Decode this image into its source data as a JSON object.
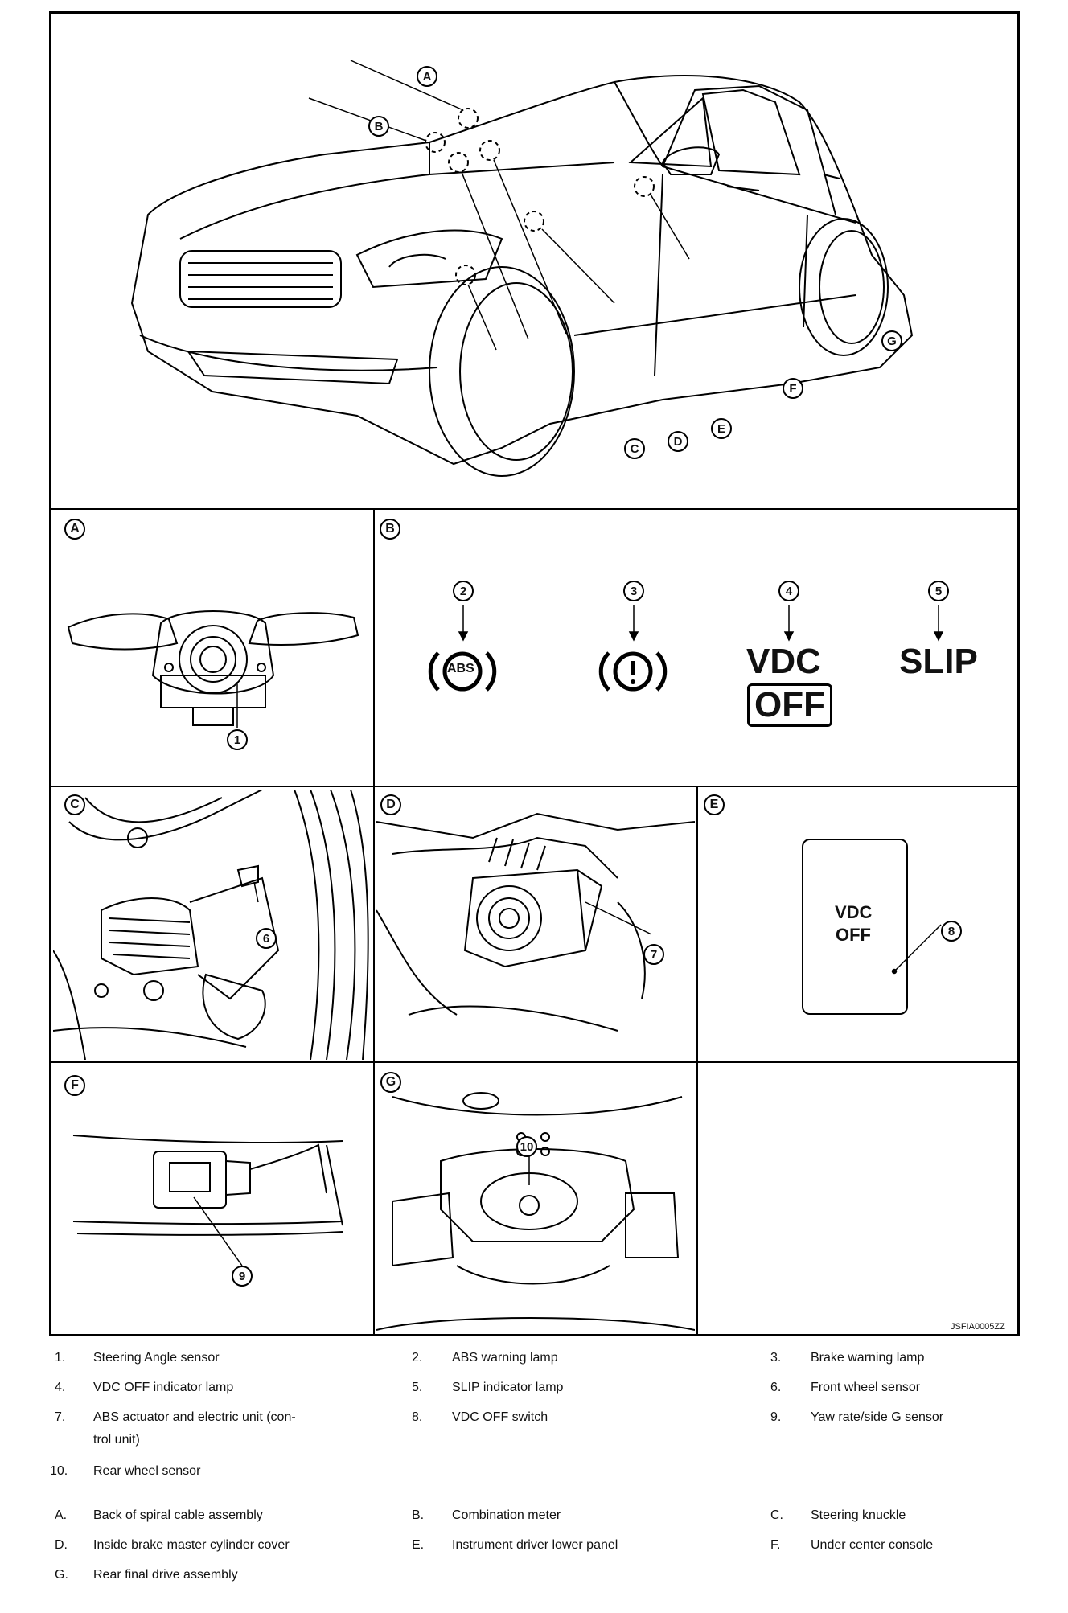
{
  "diagram": {
    "main_callouts": [
      "A",
      "B",
      "C",
      "D",
      "E",
      "F",
      "G"
    ],
    "panel_letters": [
      "A",
      "B",
      "C",
      "D",
      "E",
      "F",
      "G"
    ],
    "part_callouts": [
      "1",
      "2",
      "3",
      "4",
      "5",
      "6",
      "7",
      "8",
      "9",
      "10"
    ],
    "lamps": {
      "abs_text": "ABS",
      "vdc_text": "VDC",
      "off_text": "OFF",
      "slip_text": "SLIP"
    },
    "switch_label_line1": "VDC",
    "switch_label_line2": "OFF",
    "figure_code": "JSFIA0005ZZ"
  },
  "legend_parts": [
    {
      "num": "1.",
      "text": "Steering Angle sensor"
    },
    {
      "num": "2.",
      "text": "ABS warning lamp"
    },
    {
      "num": "3.",
      "text": "Brake warning lamp"
    },
    {
      "num": "4.",
      "text": "VDC OFF indicator lamp"
    },
    {
      "num": "5.",
      "text": "SLIP indicator lamp"
    },
    {
      "num": "6.",
      "text": "Front wheel sensor"
    },
    {
      "num": "7.",
      "text": "ABS actuator and electric unit (con-"
    },
    {
      "num": "8.",
      "text": "VDC OFF switch"
    },
    {
      "num": "9.",
      "text": "Yaw rate/side G sensor"
    },
    {
      "num": "10.",
      "text": "Rear wheel sensor"
    }
  ],
  "legend_part7_cont": "trol unit)",
  "legend_locations": [
    {
      "num": "A.",
      "text": "Back of spiral cable assembly"
    },
    {
      "num": "B.",
      "text": "Combination meter"
    },
    {
      "num": "C.",
      "text": "Steering knuckle"
    },
    {
      "num": "D.",
      "text": "Inside brake master cylinder cover"
    },
    {
      "num": "E.",
      "text": "Instrument driver lower panel"
    },
    {
      "num": "F.",
      "text": "Under center console"
    },
    {
      "num": "G.",
      "text": "Rear final drive assembly"
    }
  ]
}
